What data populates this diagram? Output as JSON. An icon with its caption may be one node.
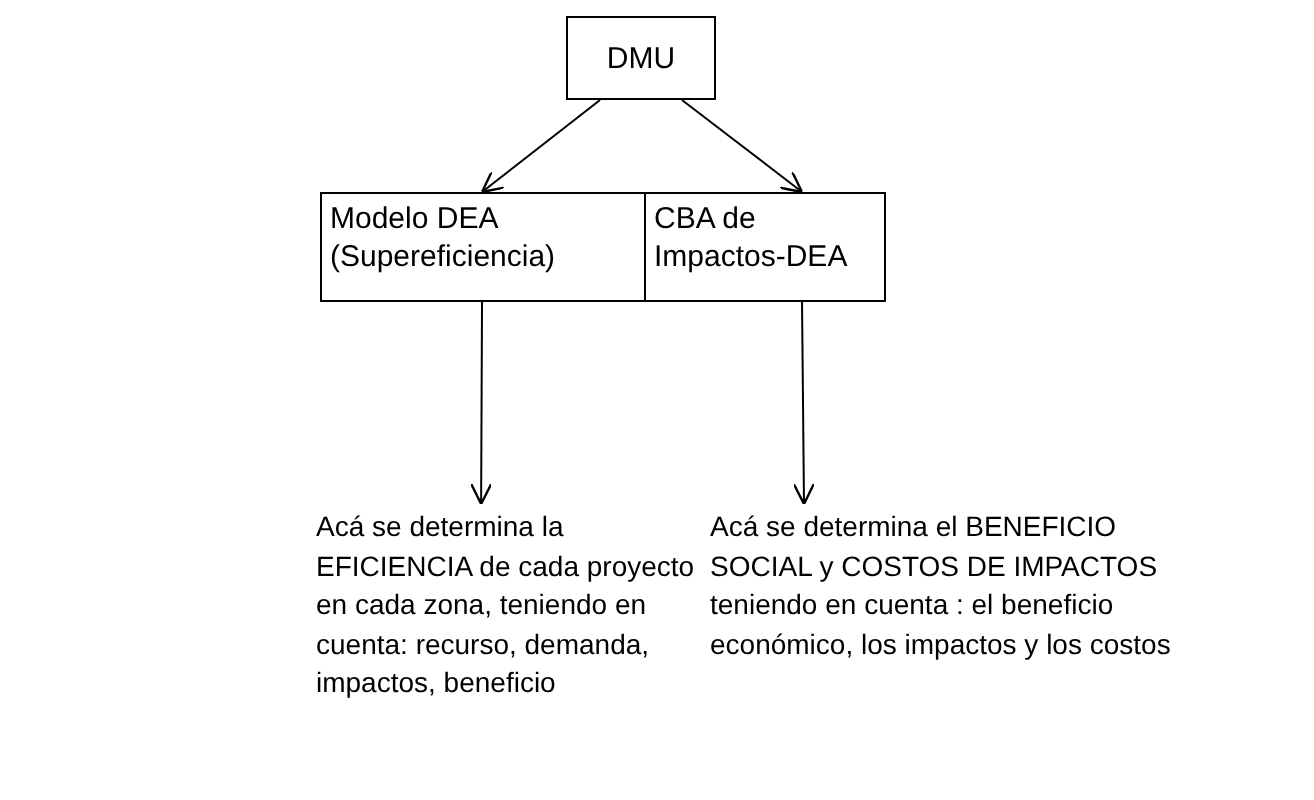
{
  "diagram": {
    "nodes": [
      {
        "text": [
          "DMU"
        ]
      },
      {
        "text": [
          "Modelo DEA (Supereficiencia)"
        ]
      },
      {
        "text": [
          "CBA de Impactos-DEA"
        ]
      },
      {
        "text": [
          "Acá se determina la EFICIENCIA de cada proyecto en cada zona, teniendo en cuenta: recurso, demanda, impactos, beneficio"
        ]
      },
      {
        "text": [
          "Acá se determina el BENEFICIO SOCIAL y COSTOS DE IMPACTOS teniendo en cuenta : el beneficio económico, los impactos y los costos"
        ]
      }
    ],
    "edges": [
      {
        "from": 0,
        "to": 1,
        "arrow": "to"
      },
      {
        "from": 0,
        "to": 2,
        "arrow": "to"
      },
      {
        "from": 1,
        "to": 3,
        "arrow": "to"
      },
      {
        "from": 2,
        "to": 4,
        "arrow": "to"
      }
    ]
  }
}
